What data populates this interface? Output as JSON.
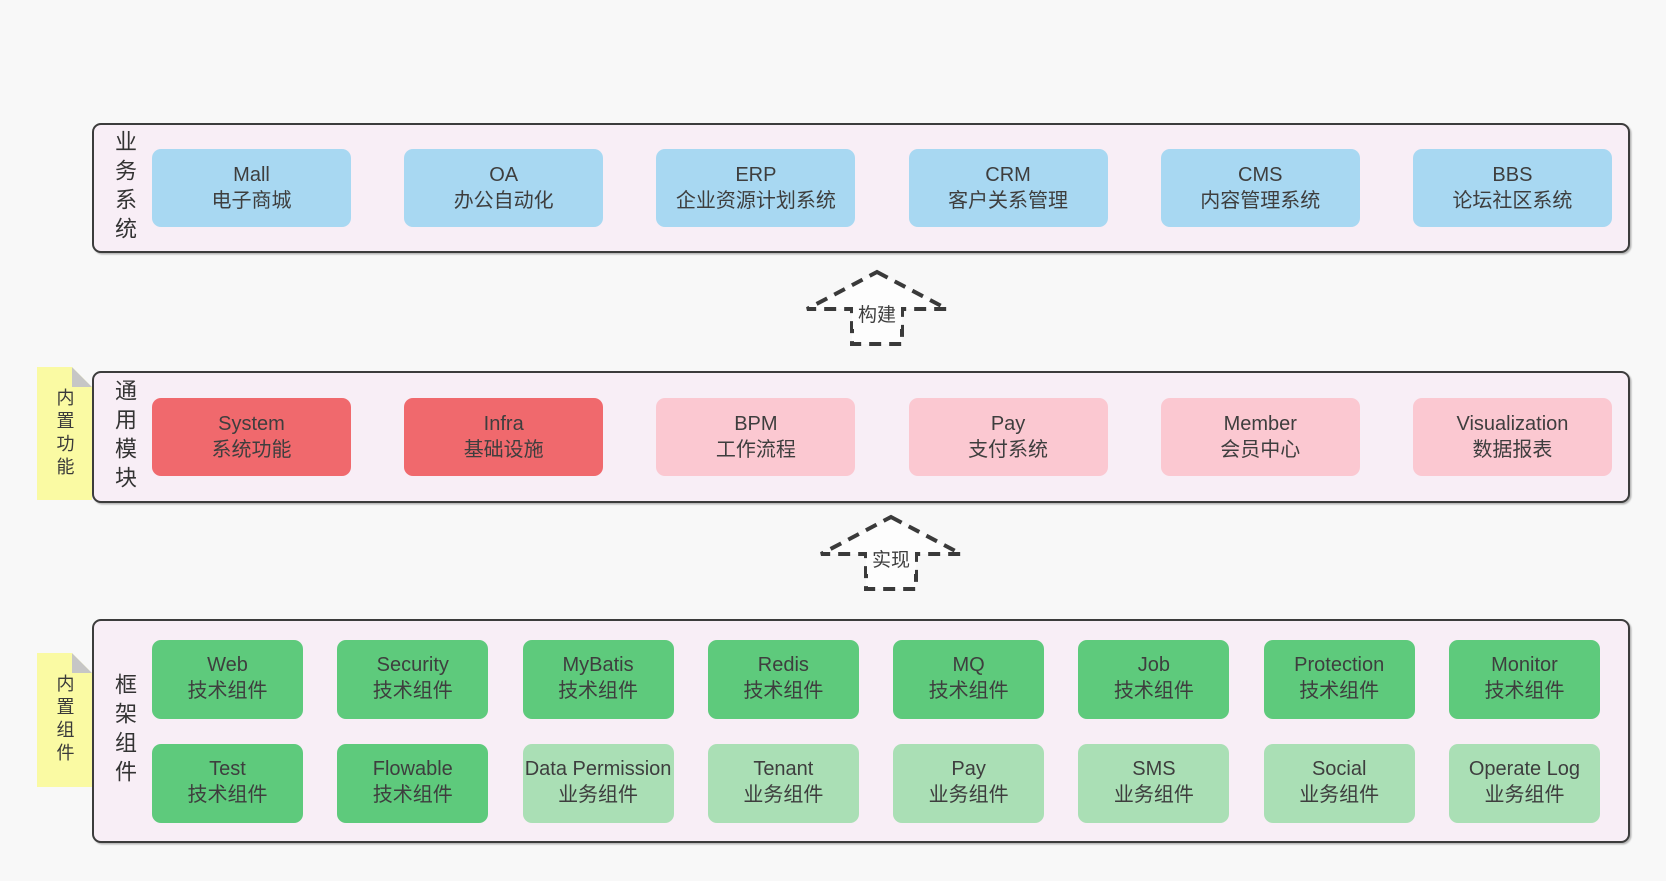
{
  "colors": {
    "page_background": "#f8f8f8",
    "layer_fill": "#f8eef6",
    "layer_border": "#3c3c3c",
    "blue_box": "#a8d8f2",
    "red_box": "#f0696d",
    "pink_box": "#fbc8d1",
    "green_box": "#5eca7c",
    "light_green_box": "#aadfb5",
    "sticky_yellow": "#fafaa3",
    "sticky_fold_gray": "#c6c6c6",
    "text": "#3e3e3e"
  },
  "layers": [
    {
      "title": "业务系统",
      "boxes": [
        {
          "en": "Mall",
          "zh": "电子商城"
        },
        {
          "en": "OA",
          "zh": "办公自动化"
        },
        {
          "en": "ERP",
          "zh": "企业资源计划系统"
        },
        {
          "en": "CRM",
          "zh": "客户关系管理"
        },
        {
          "en": "CMS",
          "zh": "内容管理系统"
        },
        {
          "en": "BBS",
          "zh": "论坛社区系统"
        }
      ]
    },
    {
      "title": "通用模块",
      "sticky": "内置功能",
      "boxes": [
        {
          "en": "System",
          "zh": "系统功能"
        },
        {
          "en": "Infra",
          "zh": "基础设施"
        },
        {
          "en": "BPM",
          "zh": "工作流程"
        },
        {
          "en": "Pay",
          "zh": "支付系统"
        },
        {
          "en": "Member",
          "zh": "会员中心"
        },
        {
          "en": "Visualization",
          "zh": "数据报表"
        }
      ]
    },
    {
      "title": "框架组件",
      "sticky": "内置组件",
      "rows": [
        [
          {
            "en": "Web",
            "zh": "技术组件"
          },
          {
            "en": "Security",
            "zh": "技术组件"
          },
          {
            "en": "MyBatis",
            "zh": "技术组件"
          },
          {
            "en": "Redis",
            "zh": "技术组件"
          },
          {
            "en": "MQ",
            "zh": "技术组件"
          },
          {
            "en": "Job",
            "zh": "技术组件"
          },
          {
            "en": "Protection",
            "zh": "技术组件"
          },
          {
            "en": "Monitor",
            "zh": "技术组件"
          }
        ],
        [
          {
            "en": "Test",
            "zh": "技术组件"
          },
          {
            "en": "Flowable",
            "zh": "技术组件"
          },
          {
            "en": "Data Permission",
            "zh": "业务组件"
          },
          {
            "en": "Tenant",
            "zh": "业务组件"
          },
          {
            "en": "Pay",
            "zh": "业务组件"
          },
          {
            "en": "SMS",
            "zh": "业务组件"
          },
          {
            "en": "Social",
            "zh": "业务组件"
          },
          {
            "en": "Operate Log",
            "zh": "业务组件"
          }
        ]
      ]
    }
  ],
  "arrows": [
    {
      "label": "构建"
    },
    {
      "label": "实现"
    }
  ]
}
